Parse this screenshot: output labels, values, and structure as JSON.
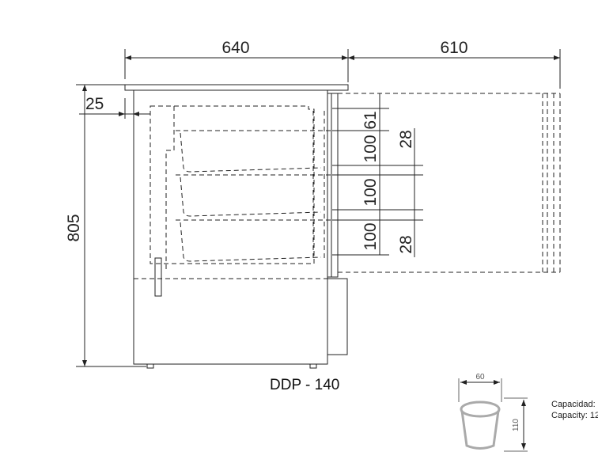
{
  "model": "DDP - 140",
  "dimensions": {
    "width": "640",
    "drawer_extension": "610",
    "height": "805",
    "top_offset": "25",
    "gap_top": "61",
    "pan_depth_1": "100",
    "pan_depth_2": "100",
    "pan_depth_3": "100",
    "spacing_1": "28",
    "spacing_2": "28"
  },
  "cup": {
    "width": "60",
    "height": "110",
    "capacity_es": "Capacidad:",
    "capacity_en": "Capacity: 12"
  }
}
